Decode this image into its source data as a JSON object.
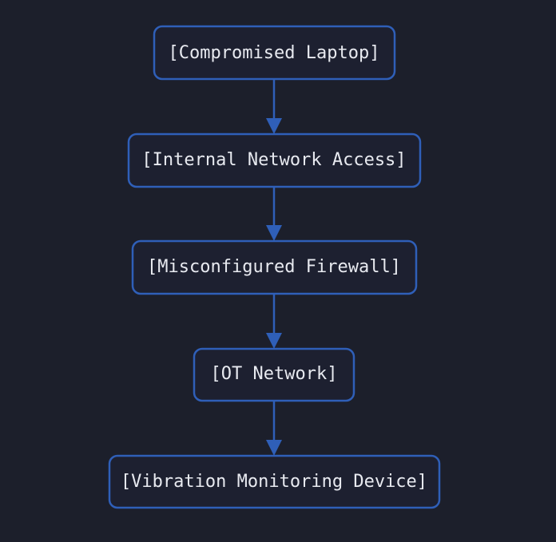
{
  "diagram": {
    "type": "flowchart",
    "direction": "top-to-bottom",
    "colors": {
      "background": "#1c1f2b",
      "node_fill": "#1d2030",
      "node_border": "#2f5fb8",
      "edge": "#2f5fb8",
      "text": "#e8eaf0"
    },
    "nodes": [
      {
        "id": "laptop",
        "label": "[Compromised Laptop]"
      },
      {
        "id": "internal",
        "label": "[Internal Network Access]"
      },
      {
        "id": "firewall",
        "label": "[Misconfigured Firewall]"
      },
      {
        "id": "ot",
        "label": "[OT Network]"
      },
      {
        "id": "vibration",
        "label": "[Vibration Monitoring Device]"
      }
    ],
    "edges": [
      {
        "from": "laptop",
        "to": "internal"
      },
      {
        "from": "internal",
        "to": "firewall"
      },
      {
        "from": "firewall",
        "to": "ot"
      },
      {
        "from": "ot",
        "to": "vibration"
      }
    ]
  }
}
